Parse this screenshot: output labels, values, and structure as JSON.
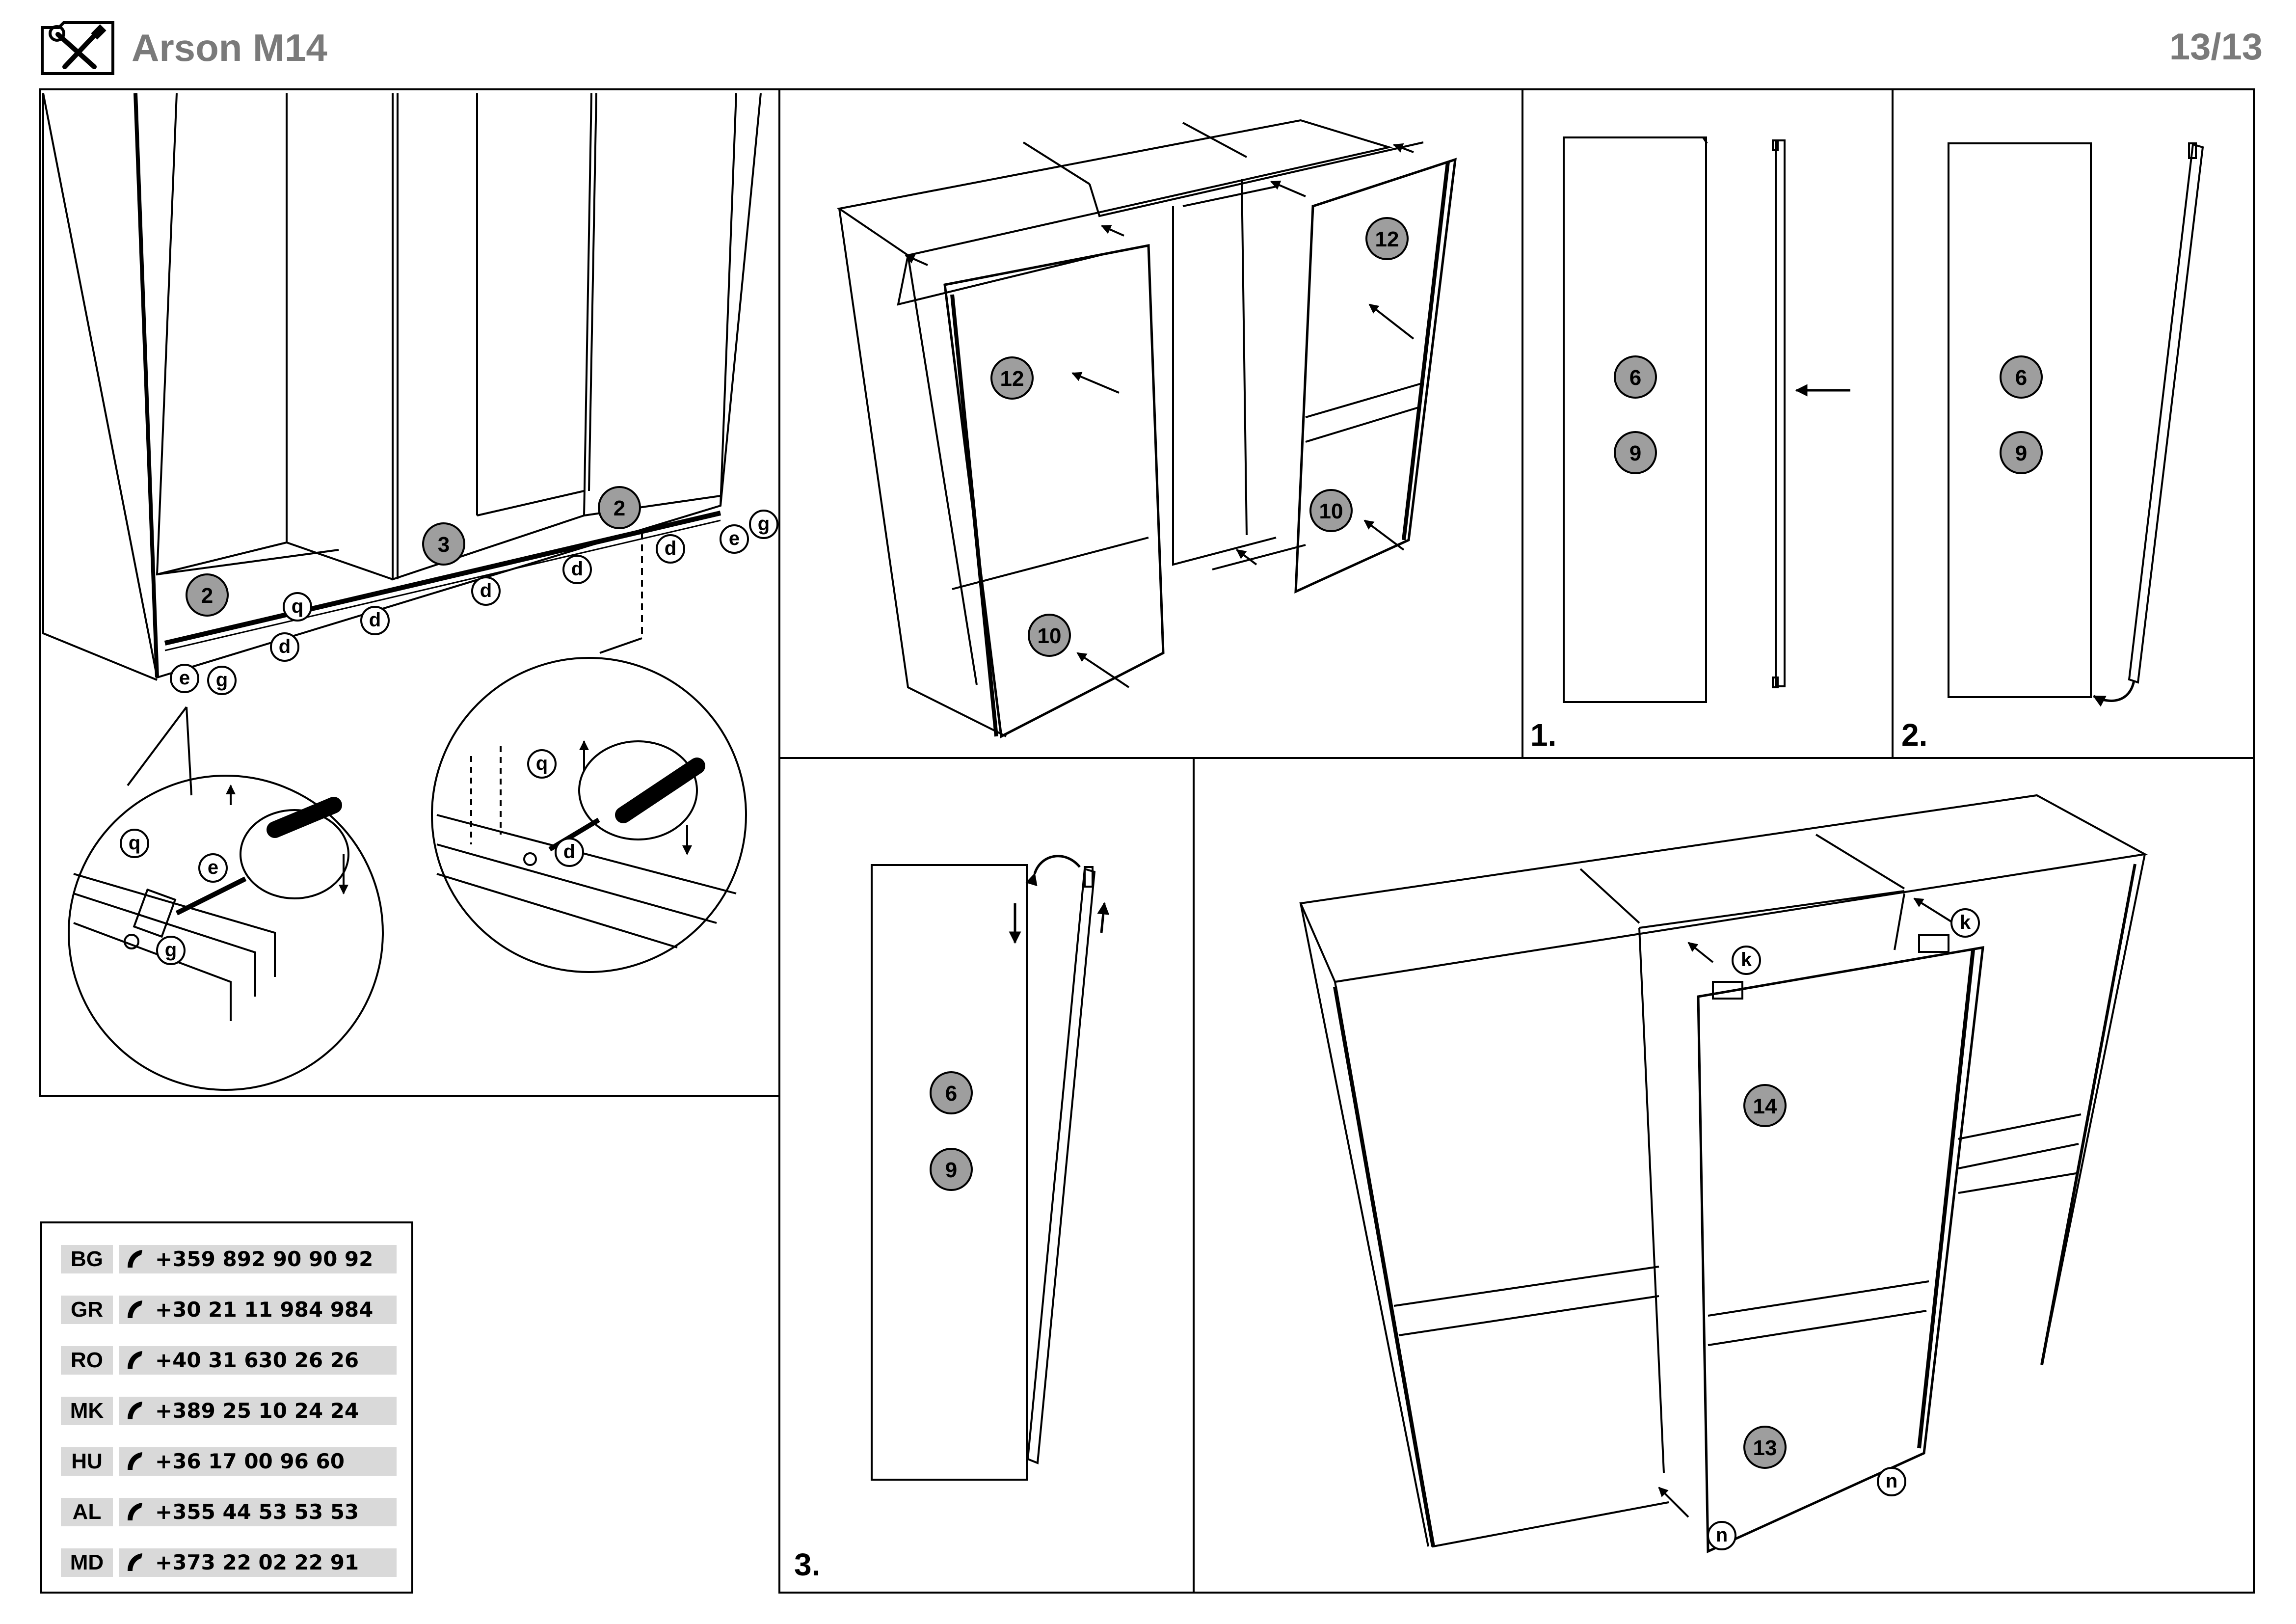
{
  "header": {
    "title": "Arson M14",
    "page": "13/13",
    "logo_icon": "tools-icon"
  },
  "steps": {
    "s1": "1.",
    "s2": "2.",
    "s3": "3."
  },
  "colors": {
    "badge_fill": "#9e9e9e",
    "contact_bg": "#d9d9d9",
    "header_text": "#7a7a7a",
    "line": "#000000"
  },
  "contacts": [
    {
      "code": "BG",
      "phone": "+359 892 90 90 92"
    },
    {
      "code": "GR",
      "phone": "+30 21 11 984 984"
    },
    {
      "code": "RO",
      "phone": "+40 31 630 26 26"
    },
    {
      "code": "MK",
      "phone": "+389 25 10 24 24"
    },
    {
      "code": "HU",
      "phone": "+36 17 00 96 60"
    },
    {
      "code": "AL",
      "phone": "+355 44 53 53 53"
    },
    {
      "code": "MD",
      "phone": "+373 22 02 22 91"
    }
  ],
  "panel_a": {
    "part_2a": "2",
    "part_3": "3",
    "part_2b": "2",
    "q": "q",
    "d": "d",
    "e": "e",
    "g": "g"
  },
  "panel_b": {
    "part_12": "12",
    "part_10": "10"
  },
  "panel_c": {
    "part_6": "6",
    "part_9": "9"
  },
  "panel_f": {
    "part_14": "14",
    "part_13": "13",
    "k": "k",
    "n": "n"
  }
}
